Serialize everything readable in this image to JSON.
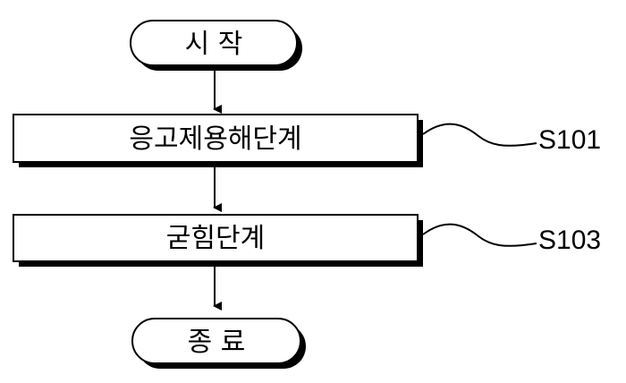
{
  "flowchart": {
    "start_label": "시 작",
    "end_label": "종 료",
    "steps": [
      {
        "label": "응고제용해단계",
        "id": "S101"
      },
      {
        "label": "굳힘단계",
        "id": "S103"
      }
    ]
  },
  "colors": {
    "stroke": "#000000",
    "shadow": "#000000",
    "fill": "#ffffff"
  }
}
